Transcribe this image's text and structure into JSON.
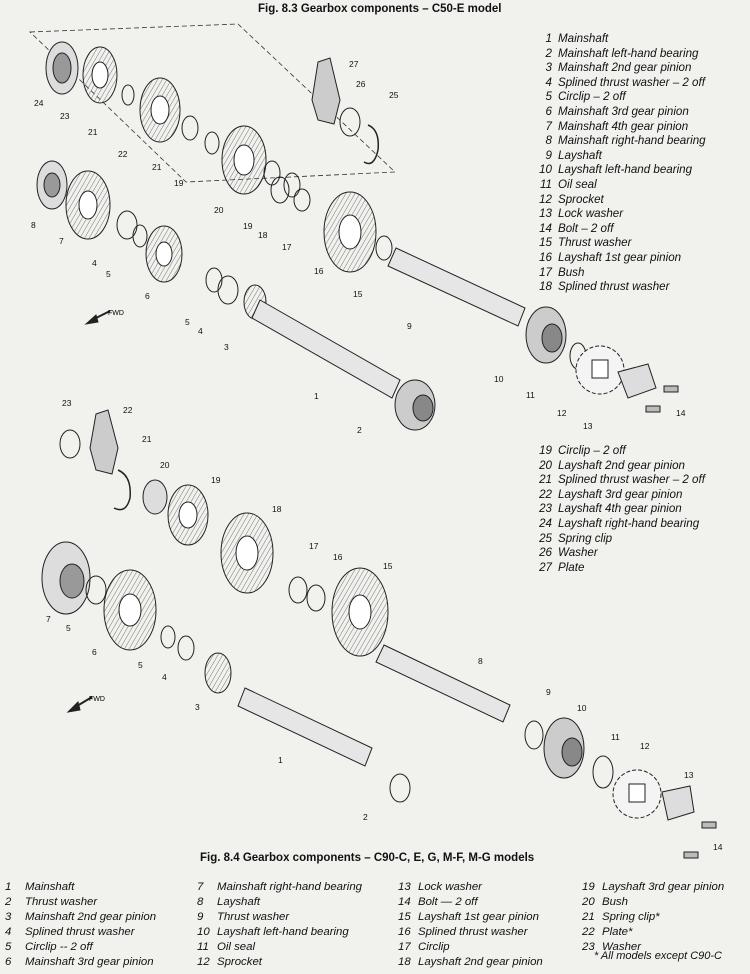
{
  "fig83": {
    "title": "Fig. 8.3 Gearbox components – C50-E model",
    "legend": [
      {
        "n": "1",
        "label": "Mainshaft"
      },
      {
        "n": "2",
        "label": "Mainshaft left-hand bearing"
      },
      {
        "n": "3",
        "label": "Mainshaft 2nd gear pinion"
      },
      {
        "n": "4",
        "label": "Splined thrust washer – 2 off"
      },
      {
        "n": "5",
        "label": "Circlip – 2 off"
      },
      {
        "n": "6",
        "label": "Mainshaft 3rd gear pinion"
      },
      {
        "n": "7",
        "label": "Mainshaft 4th gear pinion"
      },
      {
        "n": "8",
        "label": "Mainshaft right-hand bearing"
      },
      {
        "n": "9",
        "label": "Layshaft"
      },
      {
        "n": "10",
        "label": "Layshaft left-hand bearing"
      },
      {
        "n": "11",
        "label": "Oil seal"
      },
      {
        "n": "12",
        "label": "Sprocket"
      },
      {
        "n": "13",
        "label": "Lock washer"
      },
      {
        "n": "14",
        "label": "Bolt – 2 off"
      },
      {
        "n": "15",
        "label": "Thrust washer"
      },
      {
        "n": "16",
        "label": "Layshaft 1st gear pinion"
      },
      {
        "n": "17",
        "label": "Bush"
      },
      {
        "n": "18",
        "label": "Splined thrust washer"
      }
    ],
    "legend2": [
      {
        "n": "19",
        "label": "Circlip – 2 off"
      },
      {
        "n": "20",
        "label": "Layshaft 2nd gear pinion"
      },
      {
        "n": "21",
        "label": "Splined thrust washer – 2 off"
      },
      {
        "n": "22",
        "label": "Layshaft 3rd gear pinion"
      },
      {
        "n": "23",
        "label": "Layshaft 4th gear pinion"
      },
      {
        "n": "24",
        "label": "Layshaft right-hand bearing"
      },
      {
        "n": "25",
        "label": "Spring clip"
      },
      {
        "n": "26",
        "label": "Washer"
      },
      {
        "n": "27",
        "label": "Plate"
      }
    ],
    "fwd": "FWD"
  },
  "fig84": {
    "title": "Fig. 8.4 Gearbox components – C90-C, E, G, M-F, M-G models",
    "fwd": "FWD",
    "legend_cols": [
      [
        {
          "n": "1",
          "label": "Mainshaft"
        },
        {
          "n": "2",
          "label": "Thrust washer"
        },
        {
          "n": "3",
          "label": "Mainshaft 2nd gear pinion"
        },
        {
          "n": "4",
          "label": "Splined thrust washer"
        },
        {
          "n": "5",
          "label": "Circlip -- 2 off"
        },
        {
          "n": "6",
          "label": "Mainshaft 3rd gear pinion"
        }
      ],
      [
        {
          "n": "7",
          "label": "Mainshaft right-hand bearing"
        },
        {
          "n": "8",
          "label": "Layshaft"
        },
        {
          "n": "9",
          "label": "Thrust washer"
        },
        {
          "n": "10",
          "label": "Layshaft left-hand bearing"
        },
        {
          "n": "11",
          "label": "Oil seal"
        },
        {
          "n": "12",
          "label": "Sprocket"
        }
      ],
      [
        {
          "n": "13",
          "label": "Lock washer"
        },
        {
          "n": "14",
          "label": "Bolt — 2 off"
        },
        {
          "n": "15",
          "label": "Layshaft 1st gear pinion"
        },
        {
          "n": "16",
          "label": "Splined thrust washer"
        },
        {
          "n": "17",
          "label": "Circlip"
        },
        {
          "n": "18",
          "label": "Layshaft 2nd gear pinion"
        }
      ],
      [
        {
          "n": "19",
          "label": "Layshaft 3rd gear pinion"
        },
        {
          "n": "20",
          "label": "Bush"
        },
        {
          "n": "21",
          "label": "Spring clip*"
        },
        {
          "n": "22",
          "label": "Plate*"
        },
        {
          "n": "23",
          "label": "Washer"
        }
      ]
    ],
    "footnote": "* All models except C90-C"
  },
  "callouts_top": [
    "24",
    "23",
    "21",
    "22",
    "21",
    "19",
    "20",
    "19",
    "18",
    "17",
    "16",
    "15",
    "27",
    "26",
    "25",
    "8",
    "7",
    "4",
    "5",
    "6",
    "5",
    "4",
    "3",
    "1",
    "2",
    "9",
    "10",
    "11",
    "12",
    "13",
    "14"
  ],
  "callouts_bottom": [
    "23",
    "22",
    "21",
    "20",
    "19",
    "18",
    "17",
    "16",
    "15",
    "7",
    "5",
    "6",
    "5",
    "4",
    "3",
    "1",
    "2",
    "8",
    "9",
    "10",
    "11",
    "12",
    "13",
    "14"
  ]
}
